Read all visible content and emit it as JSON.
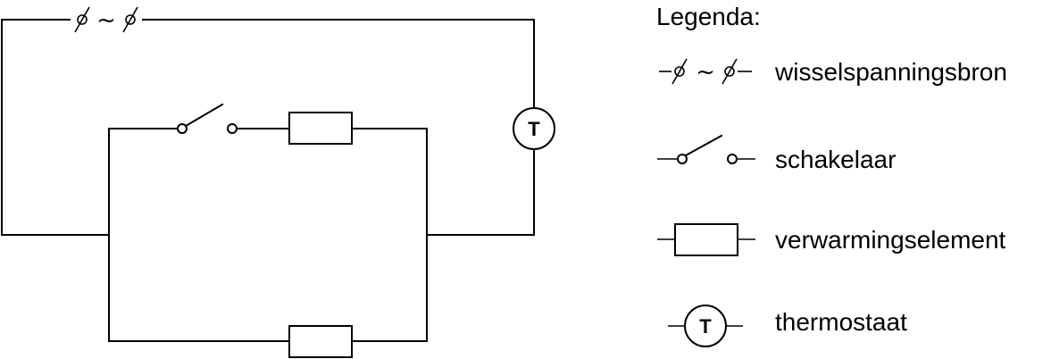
{
  "symbols": {
    "ac_source_glyph": "~",
    "thermostat_letter": "T"
  },
  "legend": {
    "title": "Legenda:",
    "items": [
      {
        "symbol": "ac-source",
        "label": "wisselspanningsbron"
      },
      {
        "symbol": "switch",
        "label": "schakelaar"
      },
      {
        "symbol": "heating-element",
        "label": "verwarmingselement"
      },
      {
        "symbol": "thermostat",
        "label": "thermostaat"
      }
    ]
  }
}
